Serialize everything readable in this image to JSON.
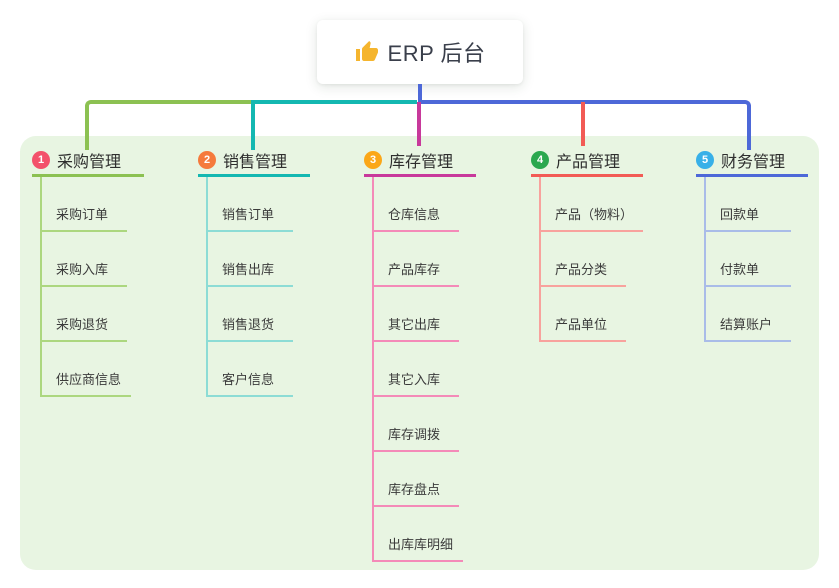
{
  "root": {
    "label": "ERP 后台",
    "icon": "thumbs-up-icon"
  },
  "panel": {
    "background": "#E8F5E2"
  },
  "connector": {
    "root_color": "#4D68D8",
    "root_stem": "root-to-branches"
  },
  "branches": [
    {
      "index": "1",
      "title": "采购管理",
      "badge_color": "#F3516B",
      "line_color": "#8CC152",
      "child_line_color": "#ACD77F",
      "children": [
        "采购订单",
        "采购入库",
        "采购退货",
        "供应商信息"
      ]
    },
    {
      "index": "2",
      "title": "销售管理",
      "badge_color": "#F57A3C",
      "line_color": "#14B8B1",
      "child_line_color": "#8CDCD5",
      "children": [
        "销售订单",
        "销售出库",
        "销售退货",
        "客户信息"
      ]
    },
    {
      "index": "3",
      "title": "库存管理",
      "badge_color": "#FBA718",
      "line_color": "#C8399B",
      "child_line_color": "#F48AB8",
      "children": [
        "仓库信息",
        "产品库存",
        "其它出库",
        "其它入库",
        "库存调拨",
        "库存盘点",
        "出库库明细"
      ]
    },
    {
      "index": "4",
      "title": "产品管理",
      "badge_color": "#2BA84F",
      "line_color": "#F25B55",
      "child_line_color": "#F8A29D",
      "children": [
        "产品（物料）",
        "产品分类",
        "产品单位"
      ]
    },
    {
      "index": "5",
      "title": "财务管理",
      "badge_color": "#38B0E8",
      "line_color": "#4D68D8",
      "child_line_color": "#A9BCE8",
      "children": [
        "回款单",
        "付款单",
        "结算账户"
      ]
    }
  ]
}
